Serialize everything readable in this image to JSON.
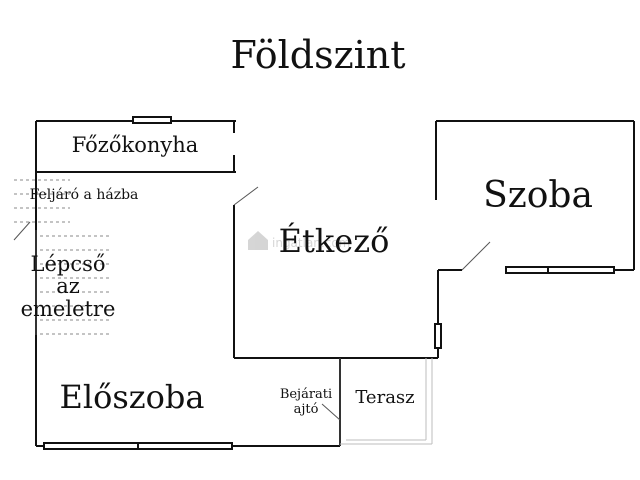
{
  "title": "Földszint",
  "rooms": {
    "fozokonyha": "Főzőkonyha",
    "feljaro": "Feljáró a házba",
    "lepcso_1": "Lépcső",
    "lepcso_2": "az",
    "lepcso_3": "emeletre",
    "etkezo": "Étkező",
    "szoba": "Szoba",
    "eloszoba": "Előszoba",
    "bejarati_1": "Bejárati",
    "bejarati_2": "ajtó",
    "terasz": "Terasz"
  },
  "watermark": {
    "text": "ingatlan.com",
    "icon": "house-logo-icon"
  }
}
